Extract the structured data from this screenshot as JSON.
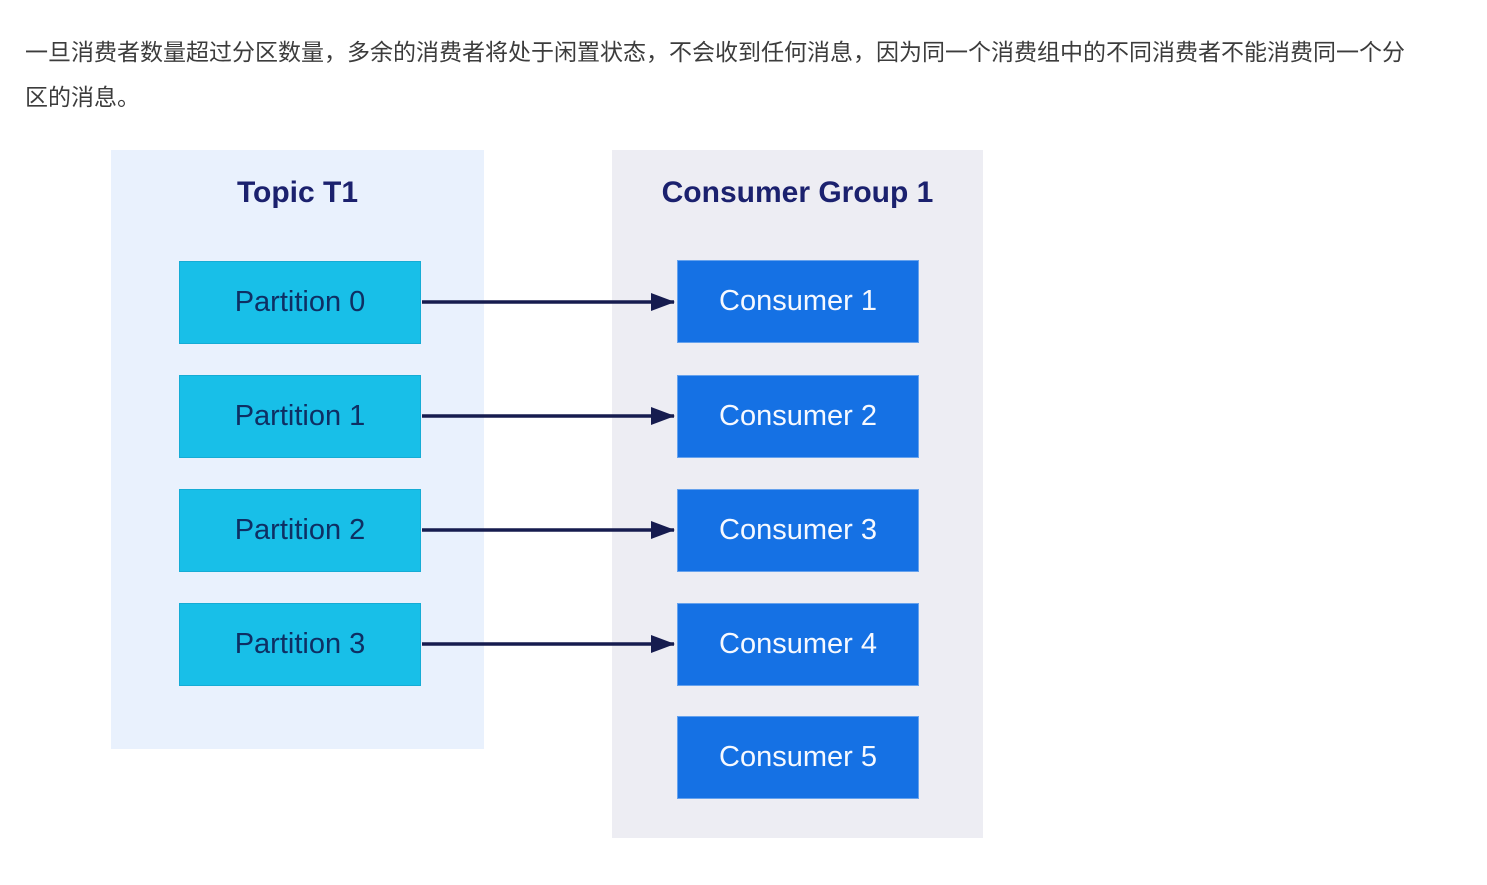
{
  "page": {
    "paragraph": "一旦消费者数量超过分区数量，多余的消费者将处于闲置状态，不会收到任何消息，因为同一个消费组中的不同消费者不能消费同一个分区的消息。"
  },
  "diagram": {
    "topic_panel": {
      "title": "Topic T1",
      "partitions": [
        "Partition 0",
        "Partition 1",
        "Partition 2",
        "Partition 3"
      ]
    },
    "consumer_panel": {
      "title": "Consumer Group 1",
      "consumers": [
        "Consumer 1",
        "Consumer 2",
        "Consumer 3",
        "Consumer 4",
        "Consumer 5"
      ]
    },
    "connections": [
      {
        "from": "Partition 0",
        "to": "Consumer 1"
      },
      {
        "from": "Partition 1",
        "to": "Consumer 2"
      },
      {
        "from": "Partition 2",
        "to": "Consumer 3"
      },
      {
        "from": "Partition 3",
        "to": "Consumer 4"
      }
    ],
    "colors": {
      "topic_panel_bg": "#e9f1fd",
      "consumer_panel_bg": "#ededf3",
      "partition_fill": "#18bfe8",
      "partition_text": "#0e2f63",
      "consumer_fill": "#1571e4",
      "consumer_text": "#f6f9ff",
      "panel_title_text": "#1b216e",
      "arrow": "#161c4f",
      "paragraph_text": "#3c3c3c"
    }
  }
}
